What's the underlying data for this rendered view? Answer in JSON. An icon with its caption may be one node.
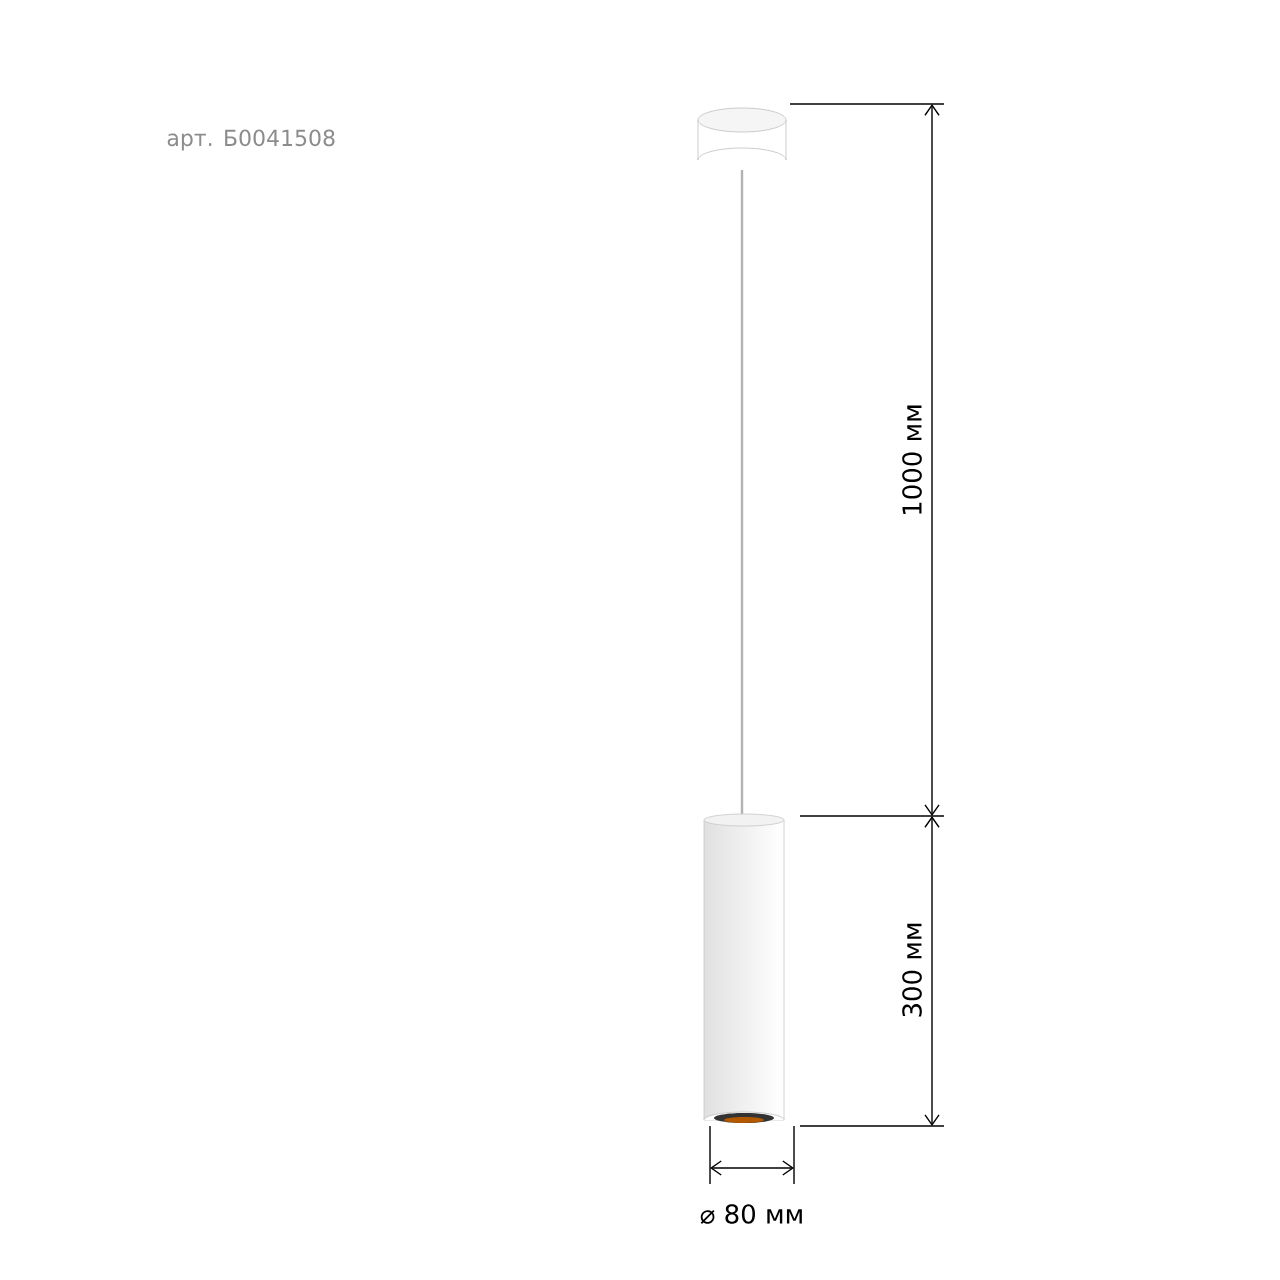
{
  "diagram": {
    "labels": [
      "арт. Б0041508",
      "1000 мм",
      "300 мм",
      "⌀ 80 мм"
    ]
  }
}
